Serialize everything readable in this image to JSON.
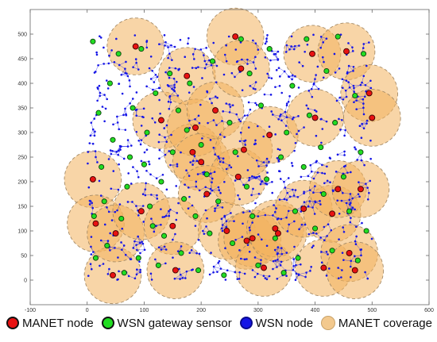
{
  "chart_data": {
    "type": "scatter",
    "title": "",
    "xlabel": "",
    "ylabel": "",
    "xlim": [
      -100,
      600
    ],
    "ylim": [
      -50,
      550
    ],
    "x_ticks": [
      -100,
      0,
      100,
      200,
      300,
      400,
      500,
      600
    ],
    "y_ticks": [
      0,
      50,
      100,
      150,
      200,
      250,
      300,
      350,
      400,
      450,
      500
    ],
    "grid": false,
    "legend_placement": "bottom",
    "colors": {
      "manet_node": "#e81212",
      "wsn_gateway": "#22dd22",
      "wsn_node": "#1515e6",
      "wsn_link": "#2a2ae8",
      "coverage_fill": "#f3b35f",
      "coverage_edge": "#a58b67"
    },
    "coverage_radius": 50,
    "series": [
      {
        "name": "MANET node",
        "x": [
          10,
          15,
          45,
          50,
          85,
          95,
          130,
          150,
          155,
          175,
          185,
          190,
          200,
          210,
          225,
          245,
          260,
          265,
          270,
          275,
          280,
          290,
          310,
          320,
          330,
          335,
          380,
          395,
          400,
          415,
          430,
          440,
          455,
          460,
          470,
          480,
          495,
          500
        ],
        "y": [
          205,
          115,
          10,
          95,
          475,
          140,
          325,
          110,
          20,
          415,
          260,
          310,
          240,
          175,
          345,
          100,
          495,
          210,
          430,
          265,
          80,
          85,
          25,
          295,
          105,
          95,
          145,
          460,
          330,
          25,
          135,
          185,
          465,
          55,
          20,
          185,
          380,
          330
        ]
      },
      {
        "name": "WSN gateway sensor",
        "x": [
          10,
          12,
          15,
          20,
          25,
          30,
          35,
          40,
          45,
          55,
          60,
          65,
          70,
          75,
          80,
          90,
          95,
          100,
          105,
          110,
          115,
          120,
          125,
          130,
          135,
          145,
          150,
          160,
          165,
          170,
          175,
          180,
          190,
          195,
          200,
          210,
          215,
          220,
          230,
          240,
          250,
          255,
          260,
          270,
          280,
          285,
          290,
          300,
          305,
          315,
          320,
          330,
          340,
          345,
          350,
          360,
          365,
          370,
          380,
          385,
          390,
          400,
          410,
          415,
          420,
          430,
          435,
          440,
          450,
          460,
          470,
          475,
          480,
          485,
          490
        ],
        "y": [
          485,
          130,
          45,
          340,
          230,
          160,
          70,
          400,
          285,
          460,
          125,
          15,
          190,
          250,
          350,
          45,
          470,
          235,
          300,
          150,
          110,
          380,
          30,
          200,
          90,
          420,
          260,
          345,
          55,
          165,
          305,
          400,
          130,
          20,
          275,
          215,
          95,
          445,
          160,
          10,
          320,
          75,
          260,
          490,
          190,
          420,
          130,
          30,
          355,
          205,
          470,
          85,
          250,
          15,
          300,
          395,
          140,
          45,
          230,
          490,
          335,
          105,
          270,
          175,
          425,
          60,
          320,
          495,
          210,
          140,
          375,
          40,
          260,
          460,
          100
        ]
      },
      {
        "name": "WSN node",
        "x": [],
        "y": []
      },
      {
        "name": "MANET coverage",
        "x": [],
        "y": []
      }
    ]
  },
  "legend": {
    "manet_node": "MANET node",
    "wsn_gateway": "WSN gateway sensor",
    "wsn_node": "WSN node",
    "manet_coverage": "MANET coverage"
  }
}
